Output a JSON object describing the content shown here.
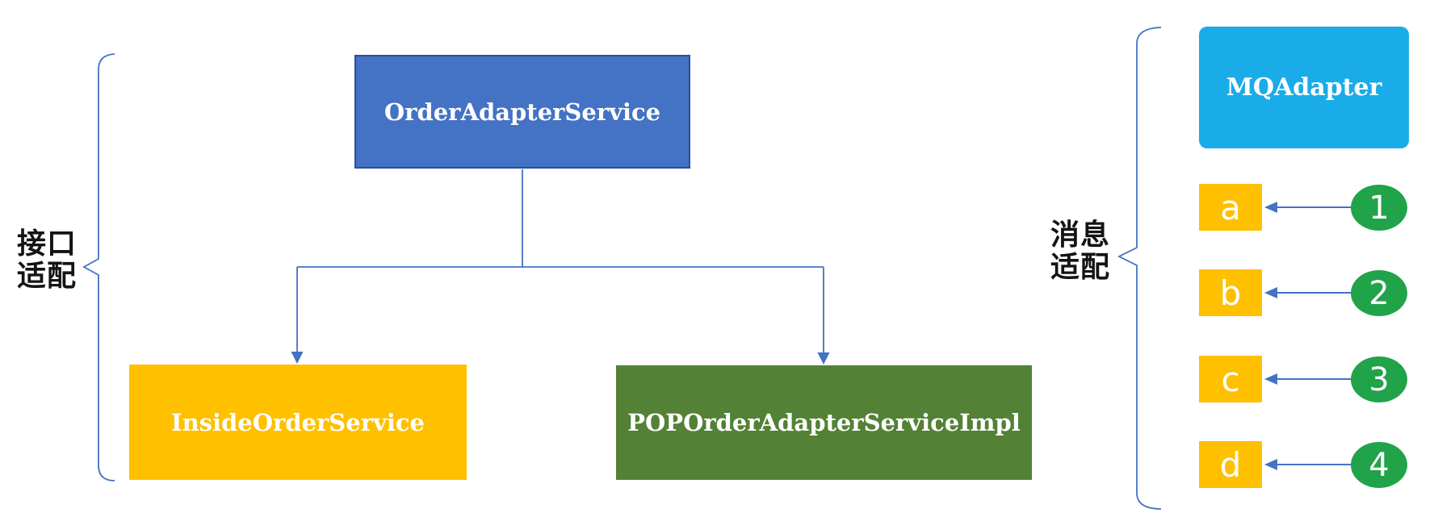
{
  "diagram": {
    "interface_group": {
      "label": {
        "line1": "接口",
        "line2": "适配"
      },
      "root": {
        "label": "OrderAdapterService",
        "fill": "#4472C4",
        "border": "#2B4F93",
        "text_color": "#FFFFFF"
      },
      "children": [
        {
          "label": "InsideOrderService",
          "fill": "#FFC000",
          "text_color": "#FFFFFF"
        },
        {
          "label": "POPOrderAdapterServiceImpl",
          "fill": "#538135",
          "text_color": "#FFFFFF"
        }
      ]
    },
    "message_group": {
      "label": {
        "line1": "消息",
        "line2": "适配"
      },
      "adapter": {
        "label": "MQAdapter",
        "fill": "#1AACE8",
        "text_color": "#FFFFFF"
      },
      "mappings": [
        {
          "letter": "a",
          "number": "1"
        },
        {
          "letter": "b",
          "number": "2"
        },
        {
          "letter": "c",
          "number": "3"
        },
        {
          "letter": "d",
          "number": "4"
        }
      ],
      "letter_box_fill": "#FFC000",
      "number_circle_fill": "#21A34A"
    },
    "connector_color": "#4472C4",
    "brace_color": "#4472C4",
    "label_text_color": "#141414",
    "background": "#FFFFFF"
  }
}
